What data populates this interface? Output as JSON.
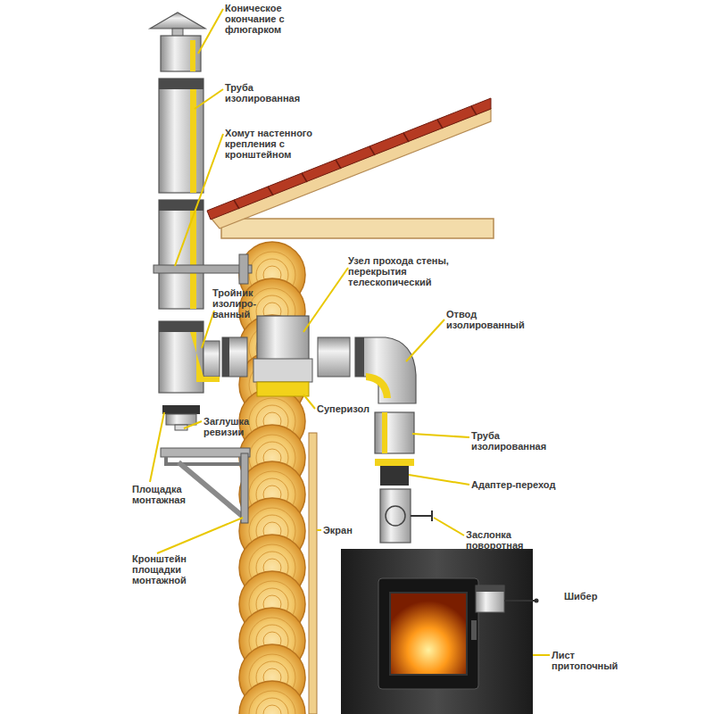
{
  "diagram": {
    "labels": [
      "Коническое окончание с флюгарком",
      "Труба изолированная",
      "Хомут настенного крепления с кронштейном",
      "Узел прохода стены, перекрытия телескопический",
      "Тройник изолиро- ванный",
      "Отвод изолированный",
      "Суперизол",
      "Заглушка ревизии",
      "Труба изолированная",
      "Адаптер-переход",
      "Площадка монтажная",
      "Экран",
      "Заслонка поворотная",
      "Кронштейн площадки монтажной",
      "Шибер",
      "Лист притопочный"
    ]
  }
}
